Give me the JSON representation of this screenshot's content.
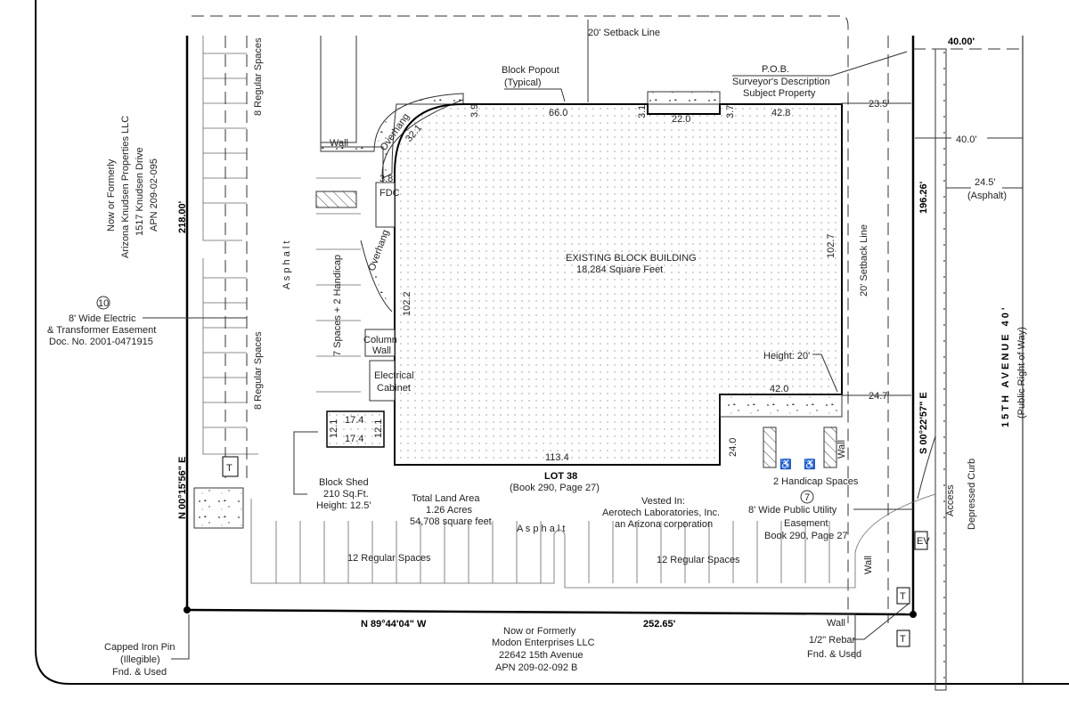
{
  "title_block": {
    "lot": "LOT 38",
    "lot_ref": "(Book 290, Page 27)",
    "total_land_area": "Total Land Area",
    "acres": "1.26 Acres",
    "square_feet": "54,708 square feet",
    "vested_in": "Vested In:",
    "vested_owner": "Aerotech Laboratories, Inc.",
    "vested_corp": "an Arizona corporation"
  },
  "building": {
    "name": "EXISTING BLOCK BUILDING",
    "area": "18,284 Square Feet",
    "height": "Height: 20'",
    "dims": {
      "top_left": "66.0",
      "bump": "22.0",
      "top_right": "42.8",
      "right": "102.7",
      "left": "102.2",
      "bottom": "113.4",
      "step_top": "42.0",
      "step_side": "24.0",
      "d39": "3.9",
      "d31": "3.1",
      "d37": "3.7",
      "d38": "3.8",
      "arc": "32.1"
    }
  },
  "labels": {
    "setback_top": "20' Setback Line",
    "setback_right": "20' Setback Line",
    "block_popout": "Block Popout",
    "typical": "(Typical)",
    "pob": "P.O.B.",
    "surveyors_desc": "Surveyor's Description",
    "subject_property": "Subject Property",
    "overhang1": "Overhang",
    "overhang2": "Overhang",
    "wall_top": "Wall",
    "fdc": "FDC",
    "column": "Column",
    "column_wall": "Wall",
    "electrical": "Electrical",
    "cabinet": "Cabinet",
    "asphalt_vertical": "A s p h a l t",
    "asphalt_bottom": "A s p h a l t",
    "spaces_8_top": "8 Regular Spaces",
    "spaces_8_bottom": "8 Regular Spaces",
    "spaces_7_handicap": "7 Spaces + 2 Handicap",
    "spaces_12_left": "12 Regular Spaces",
    "spaces_12_right": "12 Regular Spaces",
    "handicap_spaces": "2 Handicap Spaces",
    "wall_right": "Wall",
    "wall_lower": "Wall",
    "wall_bottom": "Wall",
    "access": "Access",
    "depressed_curb": "Depressed Curb",
    "ev": "EV",
    "t": "T"
  },
  "shed": {
    "name": "Block Shed",
    "area": "210 Sq.Ft.",
    "height": "Height: 12.5'",
    "dim_w": "17.4",
    "dim_h": "12.1"
  },
  "easements": {
    "e10_num": "10",
    "e10_line1": "8' Wide Electric",
    "e10_line2": "& Transformer Easement",
    "e10_line3": "Doc. No. 2001-0471915",
    "e7_num": "7",
    "e7_line1": "8' Wide Public Utility",
    "e7_line2": "Easement",
    "e7_line3": "Book 290, Page 27"
  },
  "neighbors": {
    "west_1": "Now or Formerly",
    "west_2": "Arizona Knudsen Properties LLC",
    "west_3": "1517 Knudsen Drive",
    "west_4": "APN 209-02-095",
    "south_1": "Now or Formerly",
    "south_2": "Modon Enterprises LLC",
    "south_3": "22642 15th Avenue",
    "south_4": "APN 209-02-092 B"
  },
  "boundary": {
    "west_bearing": "N 00°15'56\" E",
    "west_distance": "218.00'",
    "south_bearing": "N 89°44'04\" W",
    "south_distance": "252.65'",
    "east_bearing": "S 00°22'57\" E",
    "east_distance": "196.26'",
    "north_distance": "40.00'",
    "setback_23": "23.5'",
    "setback_24": "24.7'",
    "row_40": "40.0'",
    "asphalt_245": "24.5'",
    "asphalt_paren": "(Asphalt)"
  },
  "monuments": {
    "sw_1": "Capped Iron Pin",
    "sw_2": "(Illegible)",
    "sw_3": "Fnd. & Used",
    "se_1": "1/2\" Rebar",
    "se_2": "Fnd. & Used"
  },
  "street": {
    "name": "15TH AVENUE 40'",
    "row": "(Public Right of Way)"
  }
}
